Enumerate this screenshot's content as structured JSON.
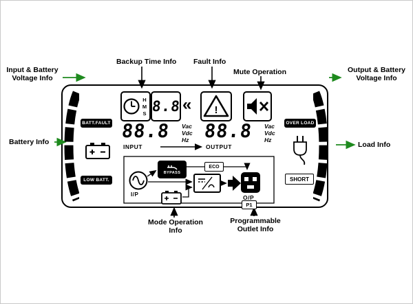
{
  "colors": {
    "arrow_green": "#1e8a1e",
    "ink": "#000000"
  },
  "annotations": {
    "input_voltage": {
      "line1": "Input & Battery",
      "line2": "Voltage Info"
    },
    "battery_info": "Battery Info",
    "backup_time": "Backup Time Info",
    "fault": "Fault Info",
    "mute": "Mute Operation",
    "output_voltage": {
      "line1": "Output & Battery",
      "line2": "Voltage Info"
    },
    "load_info": "Load Info",
    "mode": {
      "line1": "Mode Operation",
      "line2": "Info"
    },
    "programmable": {
      "line1": "Programmable",
      "line2": "Outlet Info"
    }
  },
  "panel": {
    "clock_letters": [
      "H",
      "M",
      "S"
    ],
    "backup_digits": "8.8",
    "chevrons": "«",
    "badges": {
      "batt_fault": "BATT.FAULT",
      "low_batt": "LOW BATT.",
      "over_load": "OVER LOAD",
      "short": "SHORT"
    },
    "input": {
      "digits": "88.8",
      "units": [
        "Vac",
        "Vdc",
        "Hz"
      ],
      "label": "INPUT"
    },
    "output": {
      "digits": "88.8",
      "units": [
        "Vac",
        "Vdc",
        "Hz"
      ],
      "label": "OUTPUT"
    },
    "flow": {
      "ip_label": "I/P",
      "bypass_label": "BYPASS",
      "eco_label": "ECO",
      "op_label": "O/P",
      "p1_label": "P1"
    }
  }
}
